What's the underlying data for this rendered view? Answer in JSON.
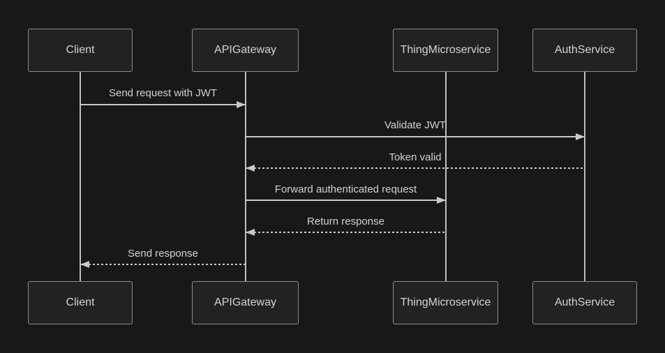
{
  "diagram": {
    "type": "sequence-diagram",
    "theme": "dark",
    "actors": [
      {
        "name": "Client"
      },
      {
        "name": "APIGateway"
      },
      {
        "name": "ThingMicroservice"
      },
      {
        "name": "AuthService"
      }
    ],
    "messages": [
      {
        "from": "Client",
        "to": "APIGateway",
        "label": "Send request with JWT",
        "line_style": "solid",
        "direction": "right"
      },
      {
        "from": "APIGateway",
        "to": "AuthService",
        "label": "Validate JWT",
        "line_style": "solid",
        "direction": "right"
      },
      {
        "from": "AuthService",
        "to": "APIGateway",
        "label": "Token valid",
        "line_style": "dotted",
        "direction": "left"
      },
      {
        "from": "APIGateway",
        "to": "ThingMicroservice",
        "label": "Forward authenticated request",
        "line_style": "solid",
        "direction": "right"
      },
      {
        "from": "ThingMicroservice",
        "to": "APIGateway",
        "label": "Return response",
        "line_style": "dotted",
        "direction": "left"
      },
      {
        "from": "APIGateway",
        "to": "Client",
        "label": "Send response",
        "line_style": "dotted",
        "direction": "left"
      }
    ],
    "colors": {
      "background": "#181818",
      "actor_fill": "#212222",
      "actor_border": "#8d8d90",
      "text": "#d2d2d2",
      "line": "#c9c9c9"
    }
  }
}
